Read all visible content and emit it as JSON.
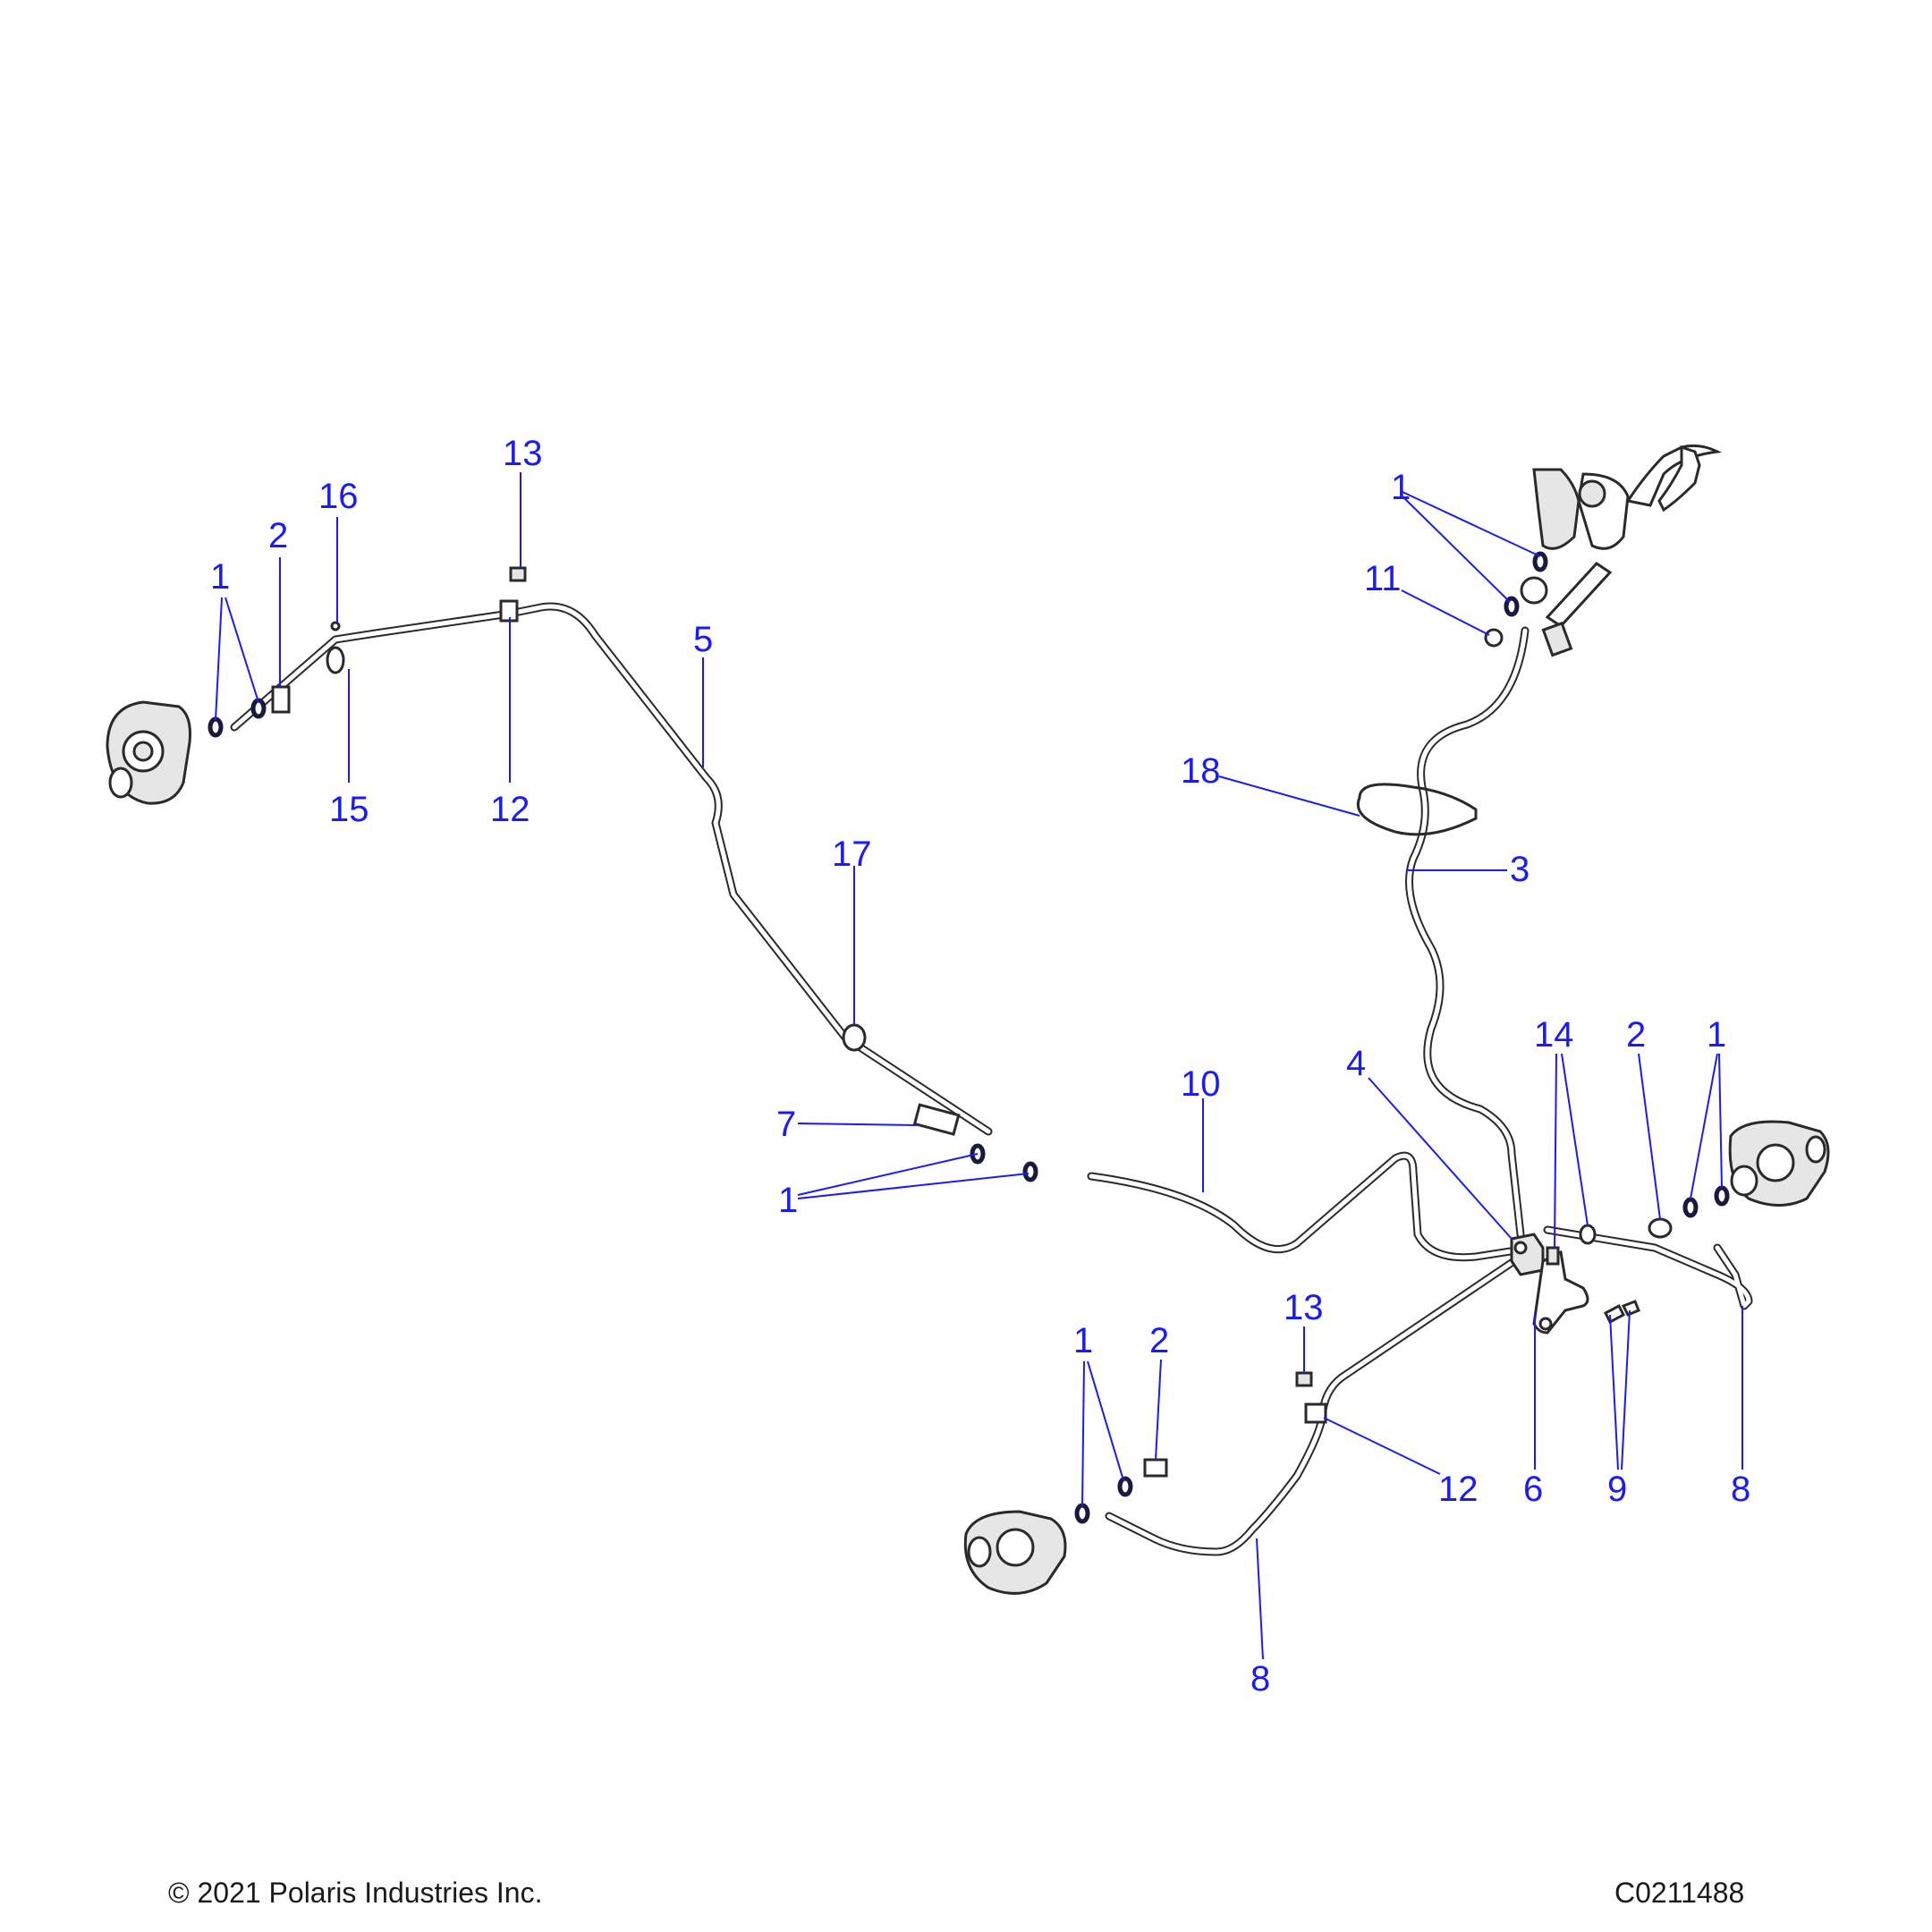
{
  "diagram": {
    "callouts": [
      {
        "id": "c13a",
        "text": "13"
      },
      {
        "id": "c16",
        "text": "16"
      },
      {
        "id": "c2a",
        "text": "2"
      },
      {
        "id": "c1a",
        "text": "1"
      },
      {
        "id": "c15",
        "text": "15"
      },
      {
        "id": "c12a",
        "text": "12"
      },
      {
        "id": "c5",
        "text": "5"
      },
      {
        "id": "c17",
        "text": "17"
      },
      {
        "id": "c7",
        "text": "7"
      },
      {
        "id": "c1b",
        "text": "1"
      },
      {
        "id": "c1c",
        "text": "1"
      },
      {
        "id": "c11",
        "text": "11"
      },
      {
        "id": "c18",
        "text": "18"
      },
      {
        "id": "c3",
        "text": "3"
      },
      {
        "id": "c10",
        "text": "10"
      },
      {
        "id": "c4",
        "text": "4"
      },
      {
        "id": "c14",
        "text": "14"
      },
      {
        "id": "c2b",
        "text": "2"
      },
      {
        "id": "c1d",
        "text": "1"
      },
      {
        "id": "c13b",
        "text": "13"
      },
      {
        "id": "c1e",
        "text": "1"
      },
      {
        "id": "c2c",
        "text": "2"
      },
      {
        "id": "c12b",
        "text": "12"
      },
      {
        "id": "c6",
        "text": "6"
      },
      {
        "id": "c9",
        "text": "9"
      },
      {
        "id": "c8a",
        "text": "8"
      },
      {
        "id": "c8b",
        "text": "8"
      }
    ]
  },
  "footer": {
    "copyright": "© 2021 Polaris Industries Inc.",
    "figure_id": "C0211488"
  },
  "colors": {
    "callout": "#1a1aff",
    "line_art": "#2a2a2a",
    "background": "#ffffff"
  }
}
